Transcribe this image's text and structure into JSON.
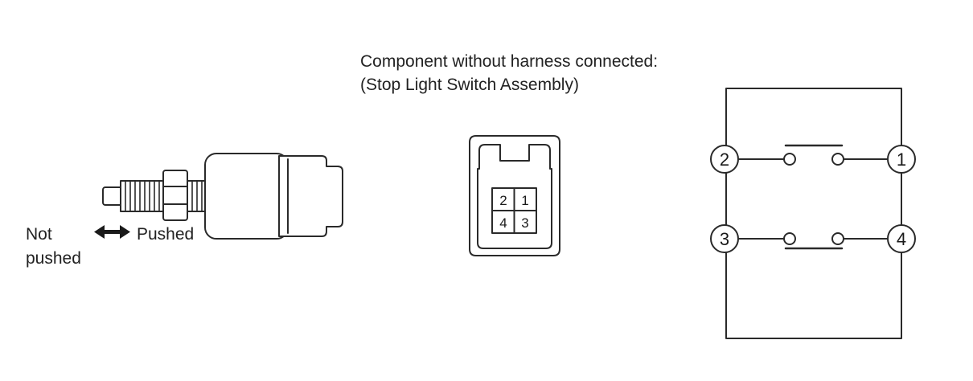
{
  "caption": {
    "line1": "Component without harness connected:",
    "line2": "(Stop Light Switch Assembly)"
  },
  "switch_drawing": {
    "not_pushed_label": "Not\npushed",
    "pushed_label": "Pushed",
    "arrow": "double-headed-arrow"
  },
  "connector_front": {
    "pins": [
      "2",
      "1",
      "4",
      "3"
    ]
  },
  "schematic": {
    "terminals": [
      "2",
      "1",
      "3",
      "4"
    ],
    "upper_switch": "normally-open (closed when pushed)",
    "lower_switch": "normally-closed (open when pushed)"
  },
  "colors": {
    "line": "#2a2a2a",
    "text": "#222222",
    "background": "#ffffff"
  }
}
